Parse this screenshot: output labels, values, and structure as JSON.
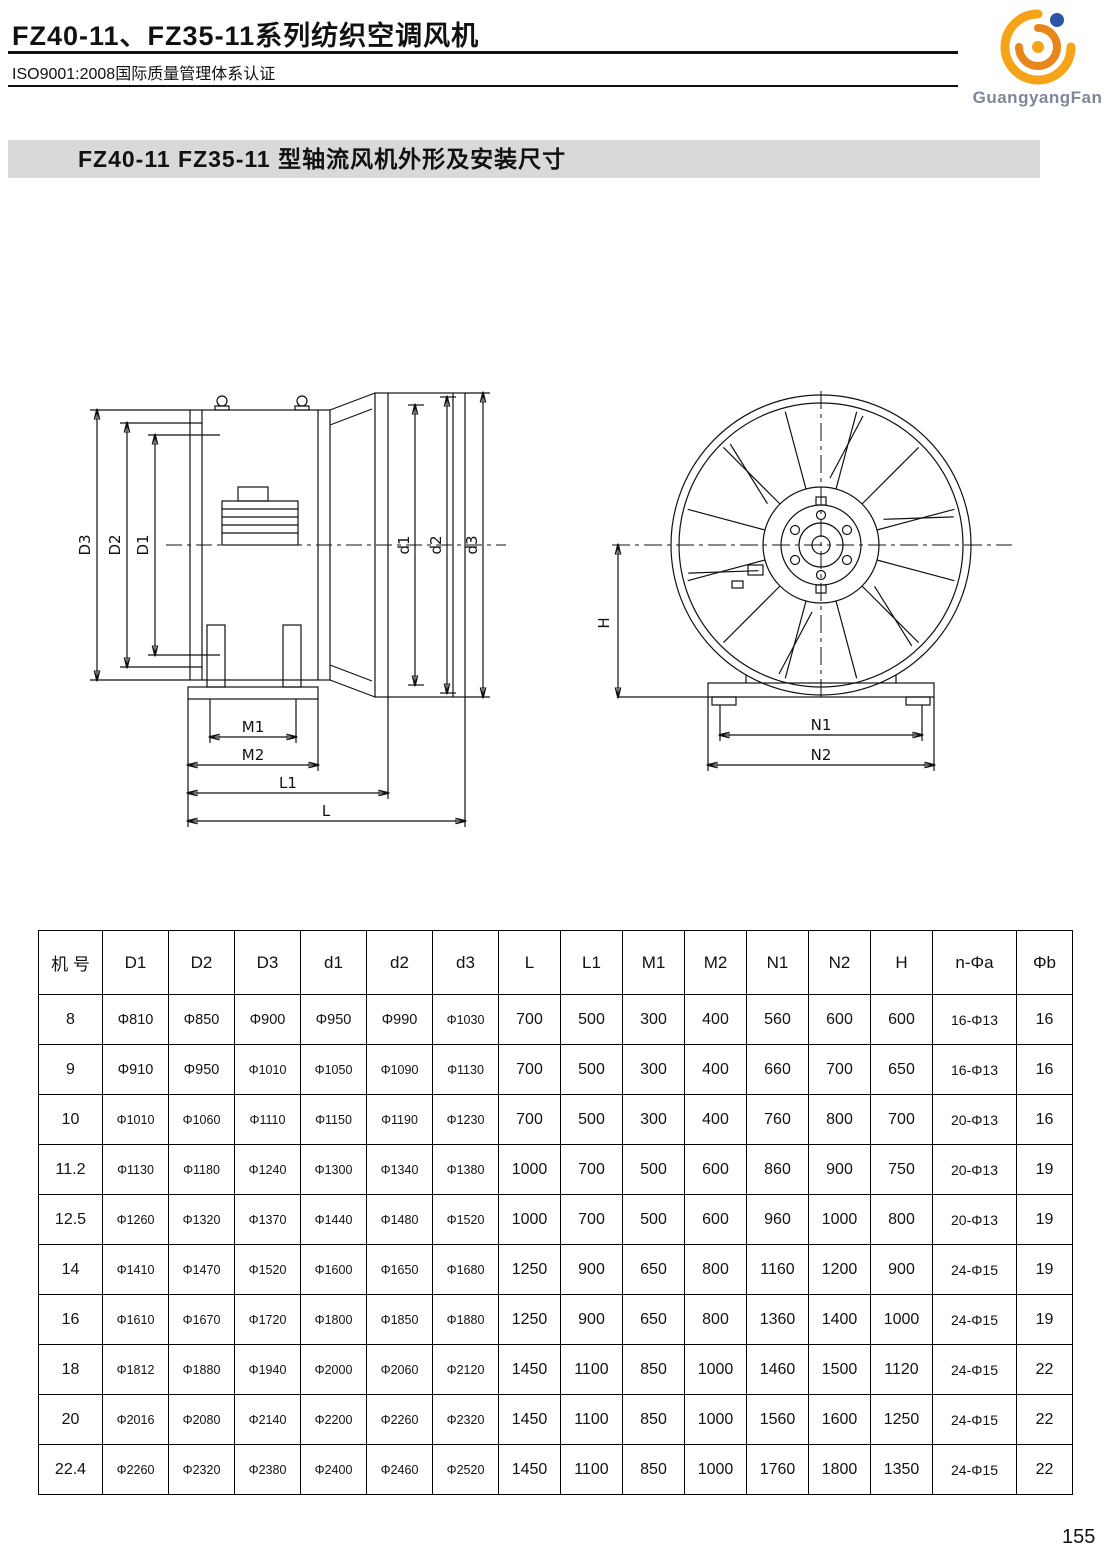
{
  "header": {
    "title": "FZ40-11、FZ35-11系列纺织空调风机",
    "certification": "ISO9001:2008国际质量管理体系认证",
    "logo_text": "GuangyangFan",
    "logo_colors": {
      "orange": "#f5a418",
      "dark_orange": "#e8861c",
      "blue": "#2a56a5",
      "text_gray": "#7e8798"
    }
  },
  "section": {
    "title": "FZ40-11  FZ35-11 型轴流风机外形及安装尺寸"
  },
  "diagram": {
    "side_view": {
      "D3": "D3",
      "D2": "D2",
      "D1": "D1",
      "d1": "d1",
      "d2": "d2",
      "d3": "d3",
      "M1": "M1",
      "M2": "M2",
      "L1": "L1",
      "L": "L"
    },
    "front_view": {
      "H": "H",
      "N1": "N1",
      "N2": "N2"
    }
  },
  "table": {
    "headers": [
      "机 号",
      "D1",
      "D2",
      "D3",
      "d1",
      "d2",
      "d3",
      "L",
      "L1",
      "M1",
      "M2",
      "N1",
      "N2",
      "H",
      "n-Φa",
      "Φb"
    ],
    "rows": [
      [
        "8",
        "Φ810",
        "Φ850",
        "Φ900",
        "Φ950",
        "Φ990",
        "Φ1030",
        "700",
        "500",
        "300",
        "400",
        "560",
        "600",
        "600",
        "16-Φ13",
        "16"
      ],
      [
        "9",
        "Φ910",
        "Φ950",
        "Φ1010",
        "Φ1050",
        "Φ1090",
        "Φ1130",
        "700",
        "500",
        "300",
        "400",
        "660",
        "700",
        "650",
        "16-Φ13",
        "16"
      ],
      [
        "10",
        "Φ1010",
        "Φ1060",
        "Φ1110",
        "Φ1150",
        "Φ1190",
        "Φ1230",
        "700",
        "500",
        "300",
        "400",
        "760",
        "800",
        "700",
        "20-Φ13",
        "16"
      ],
      [
        "11.2",
        "Φ1130",
        "Φ1180",
        "Φ1240",
        "Φ1300",
        "Φ1340",
        "Φ1380",
        "1000",
        "700",
        "500",
        "600",
        "860",
        "900",
        "750",
        "20-Φ13",
        "19"
      ],
      [
        "12.5",
        "Φ1260",
        "Φ1320",
        "Φ1370",
        "Φ1440",
        "Φ1480",
        "Φ1520",
        "1000",
        "700",
        "500",
        "600",
        "960",
        "1000",
        "800",
        "20-Φ13",
        "19"
      ],
      [
        "14",
        "Φ1410",
        "Φ1470",
        "Φ1520",
        "Φ1600",
        "Φ1650",
        "Φ1680",
        "1250",
        "900",
        "650",
        "800",
        "1160",
        "1200",
        "900",
        "24-Φ15",
        "19"
      ],
      [
        "16",
        "Φ1610",
        "Φ1670",
        "Φ1720",
        "Φ1800",
        "Φ1850",
        "Φ1880",
        "1250",
        "900",
        "650",
        "800",
        "1360",
        "1400",
        "1000",
        "24-Φ15",
        "19"
      ],
      [
        "18",
        "Φ1812",
        "Φ1880",
        "Φ1940",
        "Φ2000",
        "Φ2060",
        "Φ2120",
        "1450",
        "1100",
        "850",
        "1000",
        "1460",
        "1500",
        "1120",
        "24-Φ15",
        "22"
      ],
      [
        "20",
        "Φ2016",
        "Φ2080",
        "Φ2140",
        "Φ2200",
        "Φ2260",
        "Φ2320",
        "1450",
        "1100",
        "850",
        "1000",
        "1560",
        "1600",
        "1250",
        "24-Φ15",
        "22"
      ],
      [
        "22.4",
        "Φ2260",
        "Φ2320",
        "Φ2380",
        "Φ2400",
        "Φ2460",
        "Φ2520",
        "1450",
        "1100",
        "850",
        "1000",
        "1760",
        "1800",
        "1350",
        "24-Φ15",
        "22"
      ]
    ]
  },
  "page": {
    "number": "155"
  }
}
